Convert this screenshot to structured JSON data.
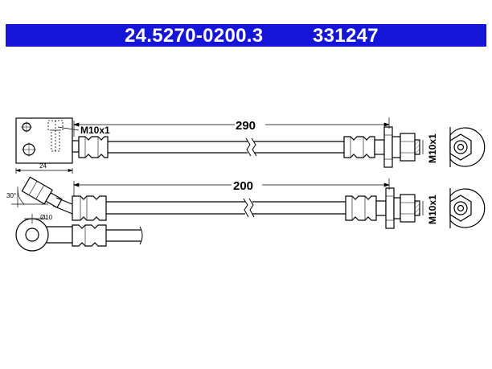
{
  "header": {
    "part_number": "24.5270-0200.3",
    "code": "331247",
    "background_color": "#1515d8",
    "text_color": "#ffffff"
  },
  "drawing": {
    "hose_top": {
      "length_label": "290",
      "end_thread_label": "M10x1",
      "bracket_thread_label": "M10x1",
      "bracket_width_label": "24"
    },
    "hose_bottom": {
      "length_label": "200",
      "end_thread_label": "M10x1",
      "angle_label": "30°",
      "eye_diameter_label": "Ø10"
    }
  }
}
